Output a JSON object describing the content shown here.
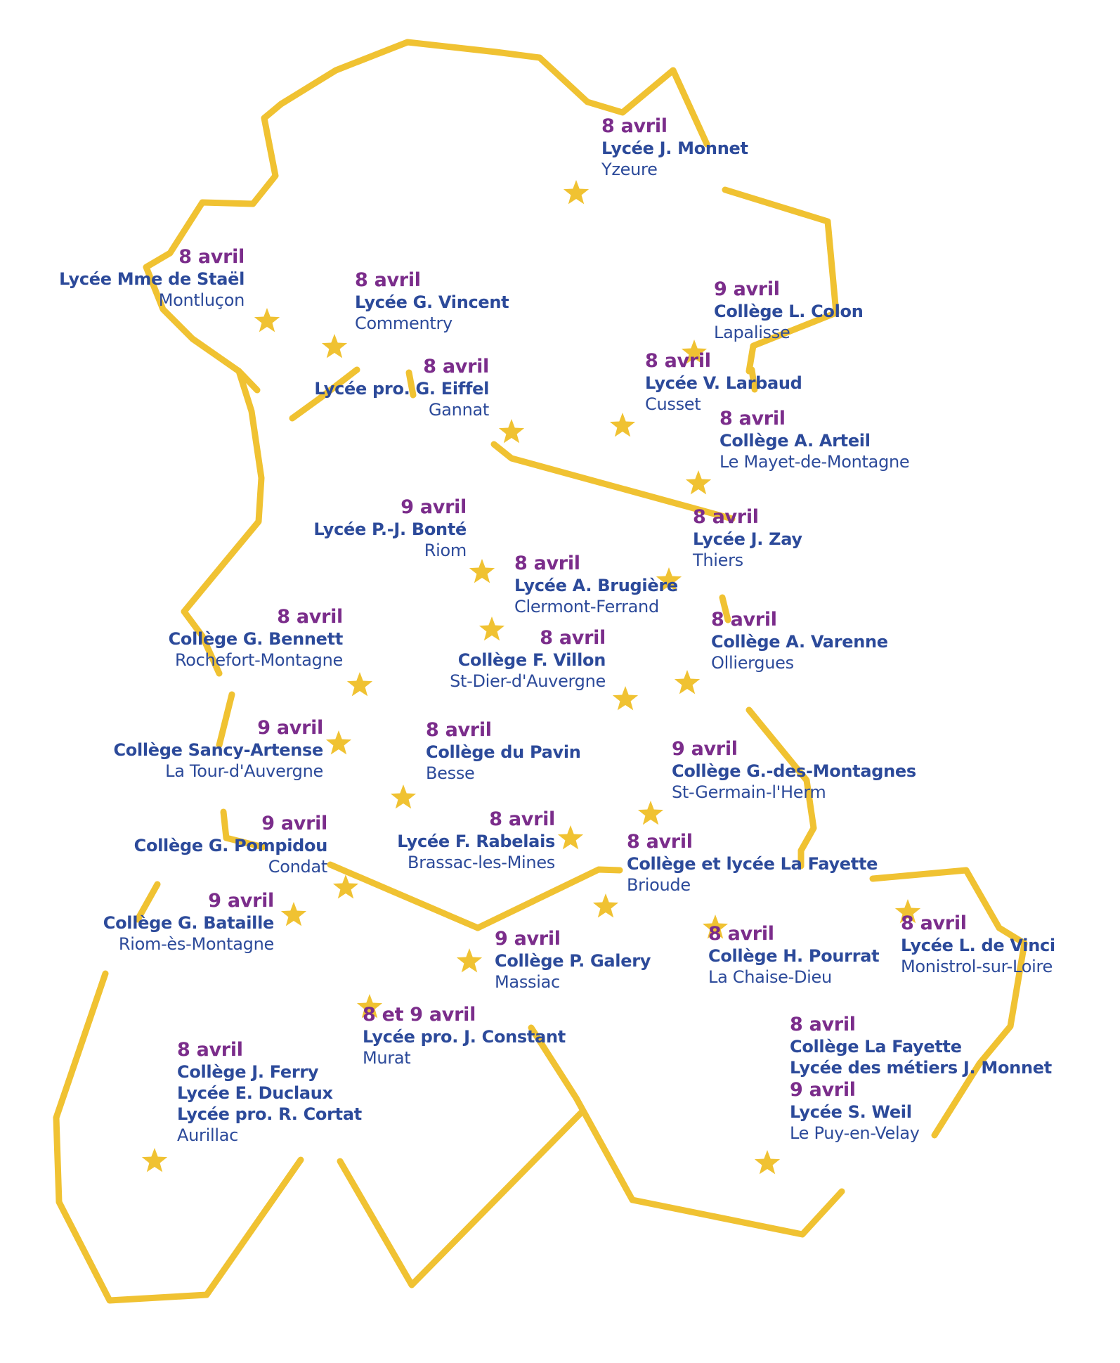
{
  "colors": {
    "border": "#f0c232",
    "star": "#f0c232",
    "date": "#7b2d8b",
    "school": "#2c4a9a",
    "city": "#2c4a9a"
  },
  "icons": {
    "marker": "star-icon"
  },
  "locations": [
    {
      "id": "yzeure",
      "lines": [
        {
          "t": "date",
          "v": "8 avril"
        },
        {
          "t": "school",
          "v": "Lycée J. Monnet"
        },
        {
          "t": "city",
          "v": "Yzeure"
        }
      ]
    },
    {
      "id": "montlucon",
      "lines": [
        {
          "t": "date",
          "v": "8 avril"
        },
        {
          "t": "school",
          "v": "Lycée Mme de Staël"
        },
        {
          "t": "city",
          "v": "Montluçon"
        }
      ]
    },
    {
      "id": "commentry",
      "lines": [
        {
          "t": "date",
          "v": "8 avril"
        },
        {
          "t": "school",
          "v": "Lycée G. Vincent"
        },
        {
          "t": "city",
          "v": "Commentry"
        }
      ]
    },
    {
      "id": "lapalisse",
      "lines": [
        {
          "t": "date",
          "v": "9 avril"
        },
        {
          "t": "school",
          "v": "Collège L. Colon"
        },
        {
          "t": "city",
          "v": "Lapalisse"
        }
      ]
    },
    {
      "id": "gannat",
      "lines": [
        {
          "t": "date",
          "v": "8 avril"
        },
        {
          "t": "school",
          "v": "Lycée pro. G. Eiffel"
        },
        {
          "t": "city",
          "v": "Gannat"
        }
      ]
    },
    {
      "id": "cusset",
      "lines": [
        {
          "t": "date",
          "v": "8 avril"
        },
        {
          "t": "school",
          "v": "Lycée V. Larbaud"
        },
        {
          "t": "city",
          "v": "Cusset"
        }
      ]
    },
    {
      "id": "lemayet",
      "lines": [
        {
          "t": "date",
          "v": "8 avril"
        },
        {
          "t": "school",
          "v": "Collège A. Arteil"
        },
        {
          "t": "city",
          "v": "Le Mayet-de-Montagne"
        }
      ]
    },
    {
      "id": "riom",
      "lines": [
        {
          "t": "date",
          "v": "9 avril"
        },
        {
          "t": "school",
          "v": "Lycée P.-J. Bonté"
        },
        {
          "t": "city",
          "v": "Riom"
        }
      ]
    },
    {
      "id": "thiers",
      "lines": [
        {
          "t": "date",
          "v": "8 avril"
        },
        {
          "t": "school",
          "v": "Lycée J. Zay"
        },
        {
          "t": "city",
          "v": "Thiers"
        }
      ]
    },
    {
      "id": "clermont",
      "lines": [
        {
          "t": "date",
          "v": "8 avril"
        },
        {
          "t": "school",
          "v": "Lycée A. Brugière"
        },
        {
          "t": "city",
          "v": "Clermont-Ferrand"
        }
      ]
    },
    {
      "id": "rochefort",
      "lines": [
        {
          "t": "date",
          "v": "8 avril"
        },
        {
          "t": "school",
          "v": "Collège G. Bennett"
        },
        {
          "t": "city",
          "v": "Rochefort-Montagne"
        }
      ]
    },
    {
      "id": "stdier",
      "lines": [
        {
          "t": "date",
          "v": "8 avril"
        },
        {
          "t": "school",
          "v": "Collège F. Villon"
        },
        {
          "t": "city",
          "v": "St-Dier-d'Auvergne"
        }
      ]
    },
    {
      "id": "olliergues",
      "lines": [
        {
          "t": "date",
          "v": "8 avril"
        },
        {
          "t": "school",
          "v": "Collège A. Varenne"
        },
        {
          "t": "city",
          "v": "Olliergues"
        }
      ]
    },
    {
      "id": "latour",
      "lines": [
        {
          "t": "date",
          "v": "9 avril"
        },
        {
          "t": "school",
          "v": "Collège Sancy-Artense"
        },
        {
          "t": "city",
          "v": "La Tour-d'Auvergne"
        }
      ]
    },
    {
      "id": "besse",
      "lines": [
        {
          "t": "date",
          "v": "8 avril"
        },
        {
          "t": "school",
          "v": "Collège du Pavin"
        },
        {
          "t": "city",
          "v": "Besse"
        }
      ]
    },
    {
      "id": "stgermain",
      "lines": [
        {
          "t": "date",
          "v": "9 avril"
        },
        {
          "t": "school",
          "v": "Collège G.-des-Montagnes"
        },
        {
          "t": "city",
          "v": "St-Germain-l'Herm"
        }
      ]
    },
    {
      "id": "condat",
      "lines": [
        {
          "t": "date",
          "v": "9 avril"
        },
        {
          "t": "school",
          "v": "Collège G. Pompidou"
        },
        {
          "t": "city",
          "v": "Condat"
        }
      ]
    },
    {
      "id": "brassac",
      "lines": [
        {
          "t": "date",
          "v": "8 avril"
        },
        {
          "t": "school",
          "v": "Lycée F. Rabelais"
        },
        {
          "t": "city",
          "v": "Brassac-les-Mines"
        }
      ]
    },
    {
      "id": "brioude",
      "lines": [
        {
          "t": "date",
          "v": "8 avril"
        },
        {
          "t": "school",
          "v": "Collège et lycée La Fayette"
        },
        {
          "t": "city",
          "v": "Brioude"
        }
      ]
    },
    {
      "id": "riomes",
      "lines": [
        {
          "t": "date",
          "v": "9 avril"
        },
        {
          "t": "school",
          "v": "Collège G. Bataille"
        },
        {
          "t": "city",
          "v": "Riom-ès-Montagne"
        }
      ]
    },
    {
      "id": "massiac",
      "lines": [
        {
          "t": "date",
          "v": "9 avril"
        },
        {
          "t": "school",
          "v": "Collège P. Galery"
        },
        {
          "t": "city",
          "v": "Massiac"
        }
      ]
    },
    {
      "id": "lachaise",
      "lines": [
        {
          "t": "date",
          "v": "8 avril"
        },
        {
          "t": "school",
          "v": "Collège H. Pourrat"
        },
        {
          "t": "city",
          "v": "La Chaise-Dieu"
        }
      ]
    },
    {
      "id": "monistrol",
      "lines": [
        {
          "t": "date",
          "v": "8 avril"
        },
        {
          "t": "school",
          "v": "Lycée L. de Vinci"
        },
        {
          "t": "city",
          "v": "Monistrol-sur-Loire"
        }
      ]
    },
    {
      "id": "murat",
      "lines": [
        {
          "t": "date",
          "v": "8 et 9 avril"
        },
        {
          "t": "school",
          "v": "Lycée pro. J. Constant"
        },
        {
          "t": "city",
          "v": "Murat"
        }
      ]
    },
    {
      "id": "aurillac",
      "lines": [
        {
          "t": "date",
          "v": "8 avril"
        },
        {
          "t": "school",
          "v": "Collège J. Ferry"
        },
        {
          "t": "school",
          "v": "Lycée E. Duclaux"
        },
        {
          "t": "school",
          "v": "Lycée pro. R. Cortat"
        },
        {
          "t": "city",
          "v": "Aurillac"
        }
      ]
    },
    {
      "id": "lepuy",
      "lines": [
        {
          "t": "date",
          "v": "8 avril"
        },
        {
          "t": "school",
          "v": "Collège La Fayette"
        },
        {
          "t": "school",
          "v": "Lycée des métiers J. Monnet"
        },
        {
          "t": "date",
          "v": "9 avril"
        },
        {
          "t": "school",
          "v": "Lycée S. Weil"
        },
        {
          "t": "city",
          "v": "Le Puy-en-Velay"
        }
      ]
    }
  ]
}
